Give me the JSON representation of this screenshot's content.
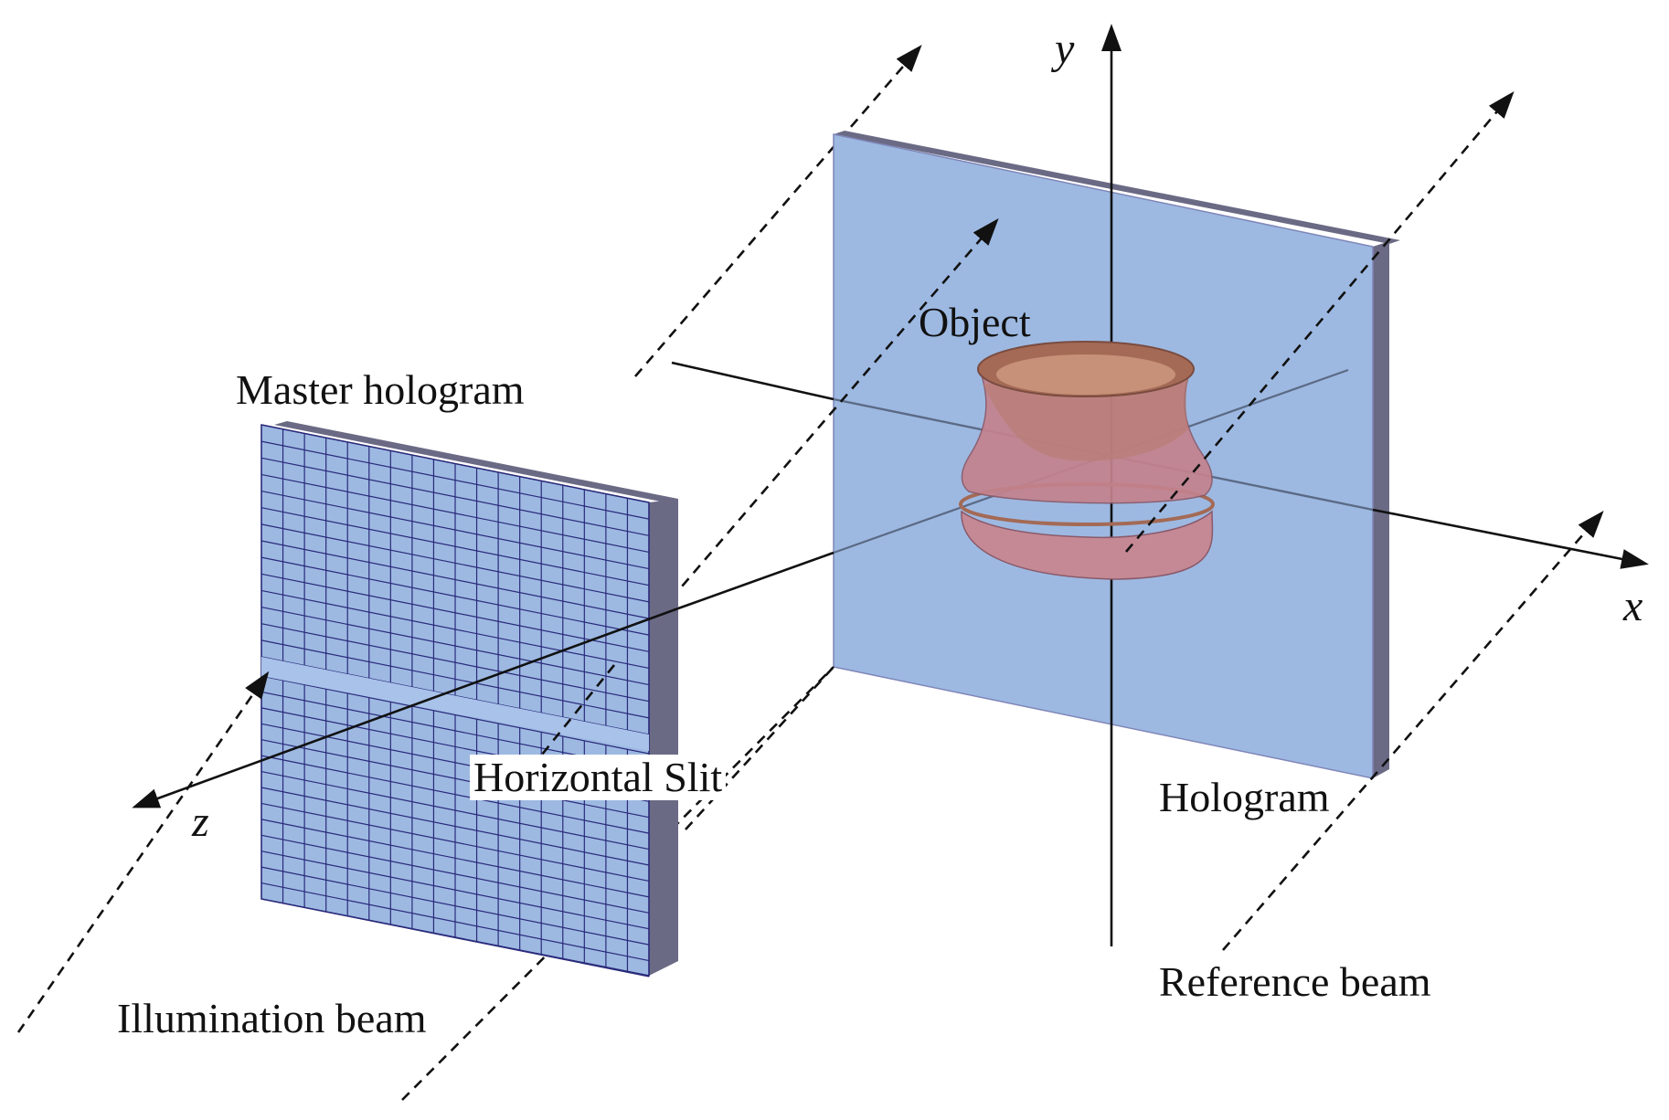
{
  "labels": {
    "master_hologram": "Master hologram",
    "object": "Object",
    "horizontal_slit": "Horizontal Slit",
    "hologram": "Hologram",
    "reference_beam": "Reference beam",
    "illumination_beam": "Illumination beam"
  },
  "axes": {
    "x": "x",
    "y": "y",
    "z": "z"
  },
  "colors": {
    "plate_face": "#9db9e2",
    "plate_edge": "#6b6a85",
    "grid_line": "#2a2a7a",
    "object_fill": "#c4828d",
    "object_rim": "#a46a55",
    "line": "#111111"
  }
}
